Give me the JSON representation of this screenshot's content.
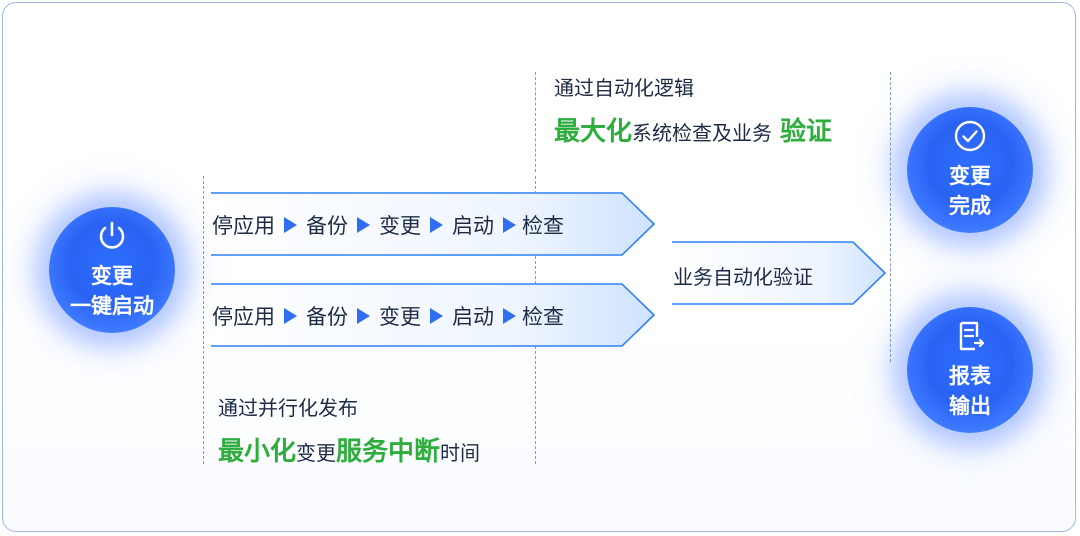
{
  "start": {
    "line1": "变更",
    "line2": "一键启动",
    "icon": "power-icon"
  },
  "pipelines": [
    {
      "steps": [
        "停应用",
        "备份",
        "变更",
        "启动",
        "检查"
      ]
    },
    {
      "steps": [
        "停应用",
        "备份",
        "变更",
        "启动",
        "检查"
      ]
    }
  ],
  "parallel_note": {
    "line1": "通过并行化发布",
    "line2_parts": [
      {
        "text": "最小化",
        "green": true
      },
      {
        "text": "变更",
        "green": false
      },
      {
        "text": "服务中断",
        "green": true
      },
      {
        "text": "时间",
        "green": false
      }
    ]
  },
  "auto_note": {
    "line1": "通过自动化逻辑",
    "line2_parts": [
      {
        "text": "最大化",
        "green": true
      },
      {
        "text": "系统检查及业务",
        "green": false
      },
      {
        "text": "验证",
        "green": true
      }
    ]
  },
  "verify": {
    "label": "业务自动化验证"
  },
  "done": {
    "line1": "变更",
    "line2": "完成",
    "icon": "check-circle-icon"
  },
  "report": {
    "line1": "报表",
    "line2": "输出",
    "icon": "report-icon"
  },
  "colors": {
    "accent": "#2a63f4",
    "green": "#2fae3e",
    "arrow_stroke": "#2f80ff",
    "text": "#1d2b45"
  }
}
